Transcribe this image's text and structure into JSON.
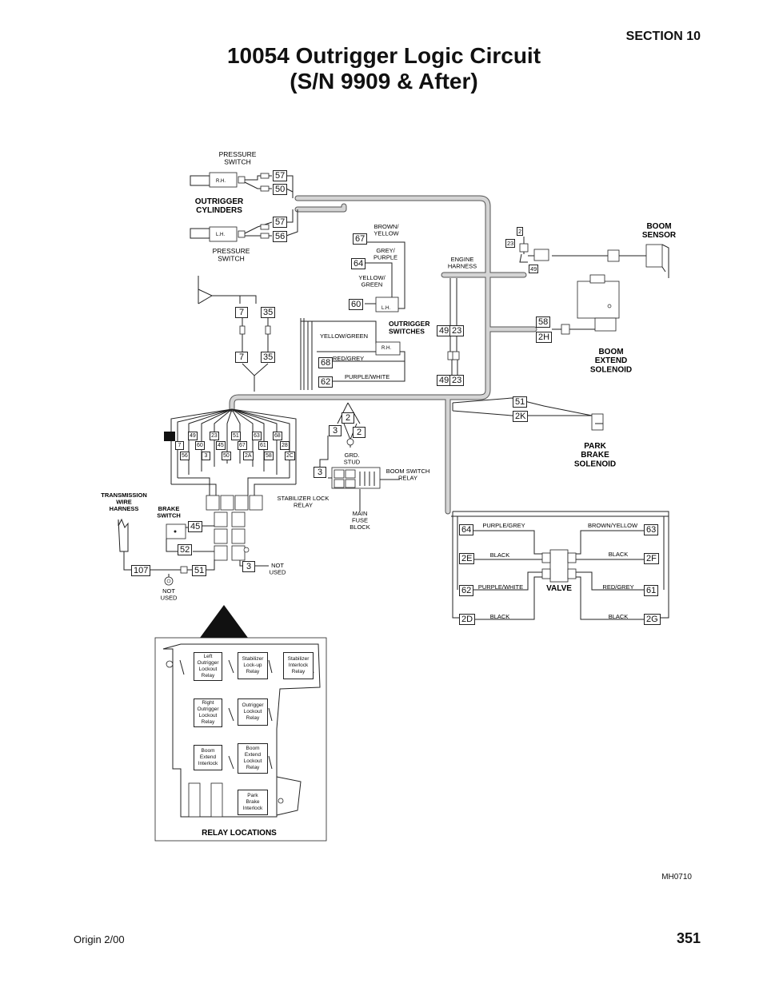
{
  "header": {
    "section": "SECTION 10",
    "title_line1": "10054 Outrigger Logic Circuit",
    "title_line2": "(S/N 9909 & After)"
  },
  "footer": {
    "origin": "Origin 2/00",
    "page_number": "351",
    "drawing_code": "MH0710"
  },
  "diagram": {
    "pressure_switch_top": "PRESSURE\nSWITCH",
    "pressure_switch_bottom": "PRESSURE\nSWITCH",
    "rh": "R.H.",
    "lh": "L.H.",
    "outrigger_cylinders": "OUTRIGGER\nCYLINDERS",
    "outrigger_switches": "OUTRIGGER\nSWITCHES",
    "brown_yellow": "BROWN/\nYELLOW",
    "grey_purple": "GREY/\nPURPLE",
    "yellow_green": "YELLOW/\nGREEN",
    "yellow_green_2": "YELLOW/GREEN",
    "red_grey": "RED/GREY",
    "purple_white": "PURPLE/WHITE",
    "engine_harness": "ENGINE\nHARNESS",
    "boom_sensor": "BOOM\nSENSOR",
    "boom_extend_solenoid": "BOOM\nEXTEND\nSOLENOID",
    "park_brake_solenoid": "PARK\nBRAKE\nSOLENOID",
    "grd_stud": "GRD.\nSTUD",
    "boom_switch_relay": "BOOM SWITCH\nRELAY",
    "stabilizer_lock_relay": "STABILIZER LOCK\nRELAY",
    "main_fuse_block": "MAIN\nFUSE\nBLOCK",
    "transmission_wire_harness": "TRANSMISSION\nWIRE\nHARNESS",
    "brake_switch": "BRAKE\nSWITCH",
    "not_used_1": "NOT\nUSED",
    "not_used_2": "NOT\nUSED",
    "valve": "VALVE",
    "valve_wires": {
      "purple_grey": "PURPLE/GREY",
      "brown_yellow": "BROWN/YELLOW",
      "black": "BLACK",
      "purple_white": "PURPLE/WHITE",
      "red_grey": "RED/GREY"
    },
    "relay_locations_title": "RELAY LOCATIONS",
    "relays": [
      "Left\nOutrigger\nLockout\nRelay",
      "Stabilizer\nLock-up\nRelay",
      "Stabilizer\nInterlock\nRelay",
      "Right\nOutrigger\nLockout\nRelay",
      "Outrigger\nLockout\nRelay",
      "Boom\nExtend\nInterlock",
      "Boom\nExtend\nLockout\nRelay",
      "Park\nBrake\nInterlock"
    ],
    "wire_numbers": {
      "w57a": "57",
      "w50": "50",
      "w57b": "57",
      "w56": "56",
      "w7a": "7",
      "w35a": "35",
      "w7b": "7",
      "w35b": "35",
      "w67": "67",
      "w64": "64",
      "w60": "60",
      "w68": "68",
      "w62": "62",
      "w49a": "49",
      "w23a": "23",
      "w49b": "49",
      "w23b": "23",
      "w2s": "2",
      "w23s": "23",
      "w49s": "49",
      "w58": "58",
      "w2h": "2H",
      "w51": "51",
      "w2k": "2K",
      "w2a": "2",
      "w3a": "3",
      "w2b": "2",
      "w3b": "3",
      "w45": "45",
      "w52": "52",
      "w107": "107",
      "w51b": "51",
      "w3c": "3",
      "v64": "64",
      "v2e": "2E",
      "v62": "62",
      "v2d": "2D",
      "v63": "63",
      "v2f": "2F",
      "v61": "61",
      "v2g": "2G"
    },
    "connector_pins": {
      "top": [
        "49",
        "23",
        "51",
        "63",
        "68"
      ],
      "mid": [
        "7",
        "60",
        "45",
        "67",
        "61",
        "28"
      ],
      "bottom": [
        "56",
        "3",
        "50",
        "2A",
        "58",
        "2C"
      ]
    }
  }
}
